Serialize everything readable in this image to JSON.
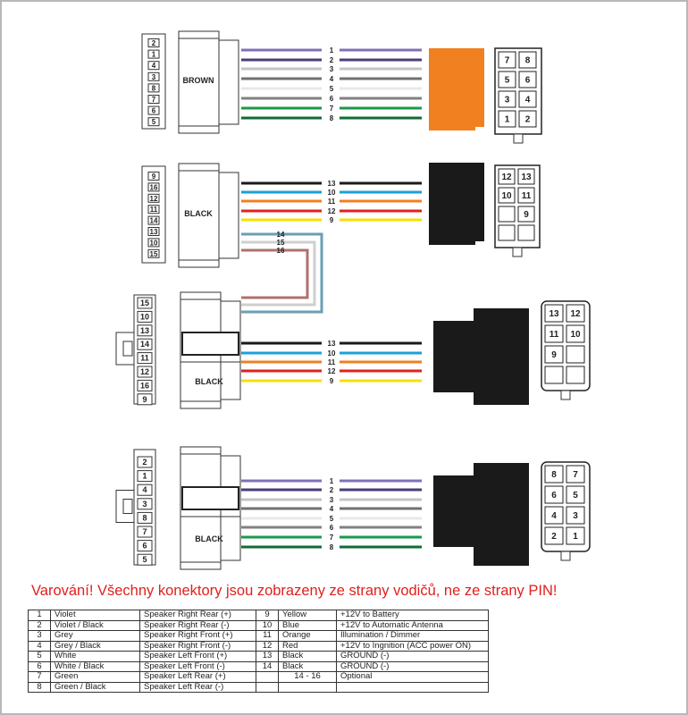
{
  "colors": {
    "violet": "#8070b8",
    "violet_black": "#4a3d78",
    "grey": "#c4c4c4",
    "grey_black": "#707070",
    "white": "#e8e8e8",
    "white_black": "#808080",
    "green": "#1a9a4a",
    "green_black": "#0e6b35",
    "black": "#1a1a1a",
    "blue": "#1ba0d8",
    "orange": "#f08020",
    "red": "#e02020",
    "yellow": "#f5e000",
    "opt14": "#6a9fb5",
    "opt15": "#cfcfcf",
    "opt16": "#b07070",
    "orange_block": "#f08020",
    "warning": "#e0201c"
  },
  "connectors": [
    {
      "label": "BROWN",
      "left_pins": [
        "2",
        "1",
        "4",
        "3",
        "8",
        "7",
        "6",
        "5"
      ],
      "wires": [
        {
          "n": "1",
          "c": "violet"
        },
        {
          "n": "2",
          "c": "violet_black"
        },
        {
          "n": "3",
          "c": "grey"
        },
        {
          "n": "4",
          "c": "grey_black"
        },
        {
          "n": "5",
          "c": "white"
        },
        {
          "n": "6",
          "c": "white_black"
        },
        {
          "n": "7",
          "c": "green"
        },
        {
          "n": "8",
          "c": "green_black"
        }
      ],
      "grid": [
        [
          "7",
          "8"
        ],
        [
          "5",
          "6"
        ],
        [
          "3",
          "4"
        ],
        [
          "1",
          "2"
        ]
      ]
    },
    {
      "label": "BLACK",
      "left_pins": [
        "9",
        "16",
        "12",
        "11",
        "14",
        "13",
        "10",
        "15"
      ],
      "wires": [
        {
          "n": "13",
          "c": "black"
        },
        {
          "n": "10",
          "c": "blue"
        },
        {
          "n": "11",
          "c": "orange"
        },
        {
          "n": "12",
          "c": "red"
        },
        {
          "n": "9",
          "c": "yellow"
        }
      ],
      "optional": [
        {
          "n": "14",
          "c": "opt14"
        },
        {
          "n": "15",
          "c": "opt15"
        },
        {
          "n": "16",
          "c": "opt16"
        }
      ],
      "grid": [
        [
          "12",
          "13"
        ],
        [
          "10",
          "11"
        ],
        [
          "",
          "9"
        ],
        [
          "",
          ""
        ]
      ]
    },
    {
      "label": "BLACK",
      "left_pins": [
        "15",
        "10",
        "13",
        "14",
        "11",
        "12",
        "16",
        "9"
      ],
      "wires": [
        {
          "n": "13",
          "c": "black"
        },
        {
          "n": "10",
          "c": "blue"
        },
        {
          "n": "11",
          "c": "orange"
        },
        {
          "n": "12",
          "c": "red"
        },
        {
          "n": "9",
          "c": "yellow"
        }
      ],
      "grid": [
        [
          "13",
          "12"
        ],
        [
          "11",
          "10"
        ],
        [
          "9",
          ""
        ],
        [
          "",
          ""
        ]
      ]
    },
    {
      "label": "BLACK",
      "left_pins": [
        "2",
        "1",
        "4",
        "3",
        "8",
        "7",
        "6",
        "5"
      ],
      "wires": [
        {
          "n": "1",
          "c": "violet"
        },
        {
          "n": "2",
          "c": "violet_black"
        },
        {
          "n": "3",
          "c": "grey"
        },
        {
          "n": "4",
          "c": "grey_black"
        },
        {
          "n": "5",
          "c": "white"
        },
        {
          "n": "6",
          "c": "white_black"
        },
        {
          "n": "7",
          "c": "green"
        },
        {
          "n": "8",
          "c": "green_black"
        }
      ],
      "grid": [
        [
          "8",
          "7"
        ],
        [
          "6",
          "5"
        ],
        [
          "4",
          "3"
        ],
        [
          "2",
          "1"
        ]
      ]
    }
  ],
  "warning": "Varování! Všechny konektory jsou zobrazeny ze strany vodičů, ne ze strany PIN!",
  "table": [
    [
      "1",
      "Violet",
      "Speaker Right Rear (+)",
      "9",
      "Yellow",
      "+12V to Battery"
    ],
    [
      "2",
      "Violet / Black",
      "Speaker Right Rear (-)",
      "10",
      "Blue",
      "+12V to Automatic Antenna"
    ],
    [
      "3",
      "Grey",
      "Speaker Right Front (+)",
      "11",
      "Orange",
      "Illumination / Dimmer"
    ],
    [
      "4",
      "Grey / Black",
      "Speaker Right Front (-)",
      "12",
      "Red",
      "+12V to Ingnition (ACC power ON)"
    ],
    [
      "5",
      "White",
      "Speaker Left Front (+)",
      "13",
      "Black",
      "GROUND (-)"
    ],
    [
      "6",
      "White / Black",
      "Speaker Left Front (-)",
      "14",
      "Black",
      "GROUND (-)"
    ],
    [
      "7",
      "Green",
      "Speaker Left Rear (+)",
      "",
      "14 - 16",
      "Optional"
    ],
    [
      "8",
      "Green / Black",
      "Speaker Left Rear (-)",
      "",
      "",
      ""
    ]
  ]
}
